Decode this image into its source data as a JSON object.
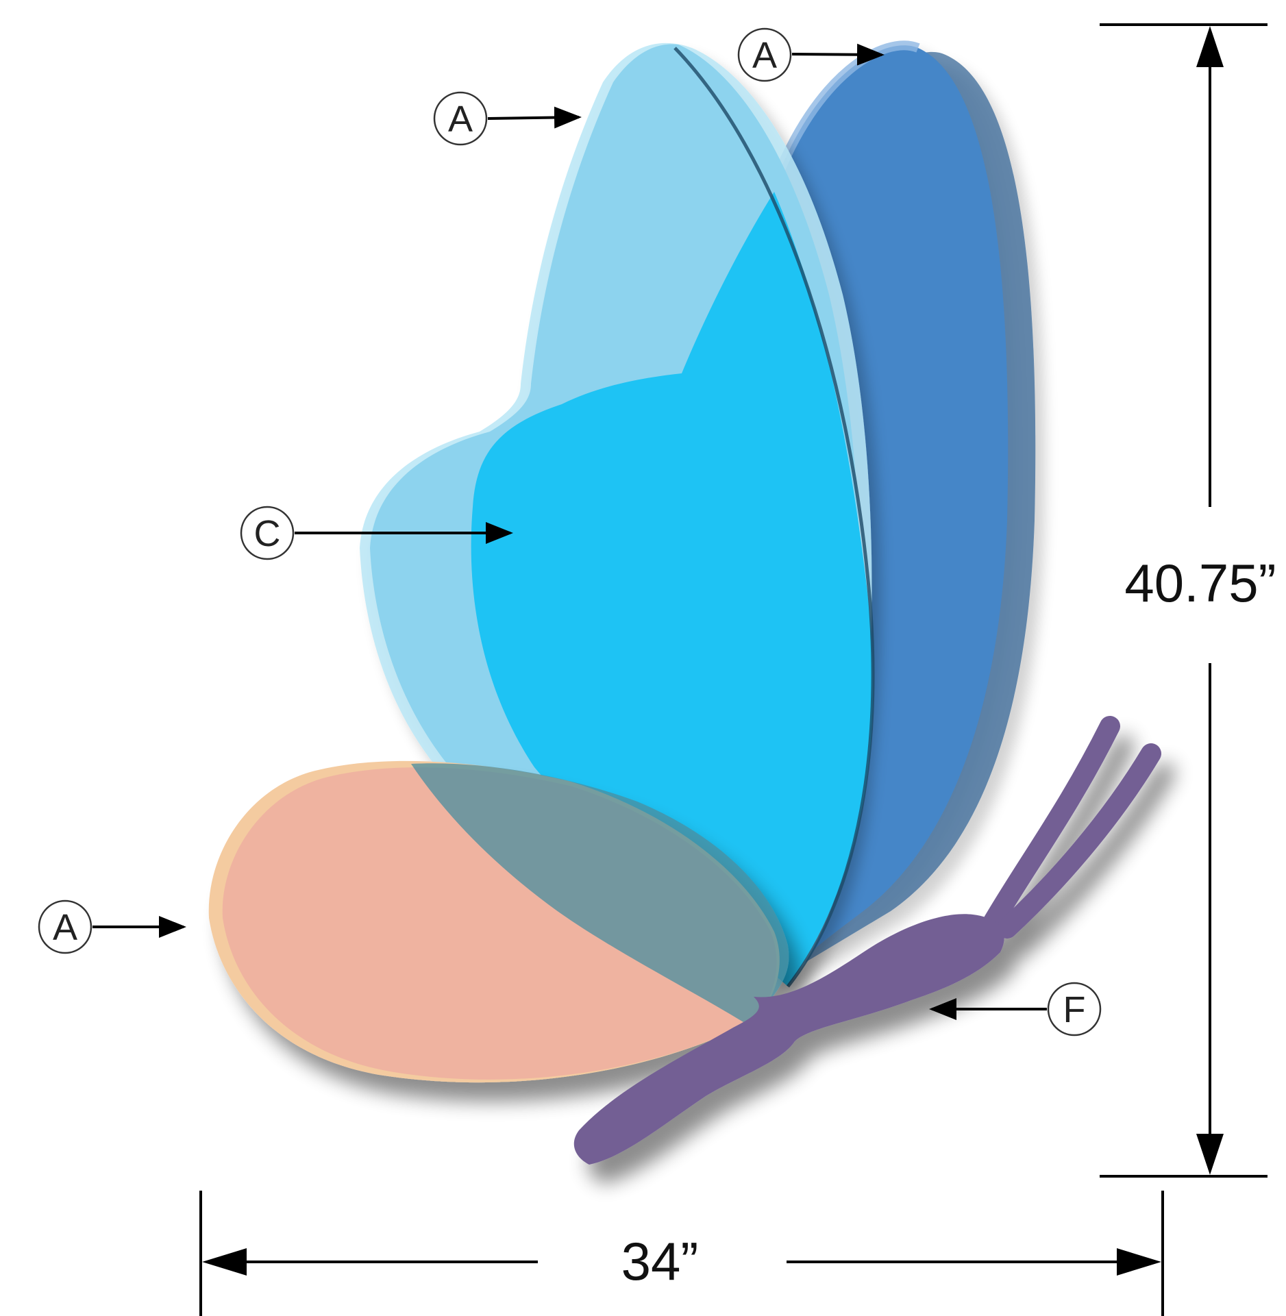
{
  "labels": {
    "callout_a_upper_left": "A",
    "callout_a_upper_right": "A",
    "callout_c": "C",
    "callout_a_lower_left": "A",
    "callout_f": "F"
  },
  "dimensions": {
    "height": "40.75”",
    "width": "34”"
  },
  "colors": {
    "upper_wing_light": "#8dd3ee",
    "upper_wing_edge": "#b9e6f6",
    "center_wing": "#1ec3f4",
    "back_wing": "#4586c8",
    "back_wing_shadow": "#2f5f92",
    "lower_wing": "#efb3a0",
    "lower_wing_edge": "#f4cba0",
    "body": "#735f94"
  }
}
